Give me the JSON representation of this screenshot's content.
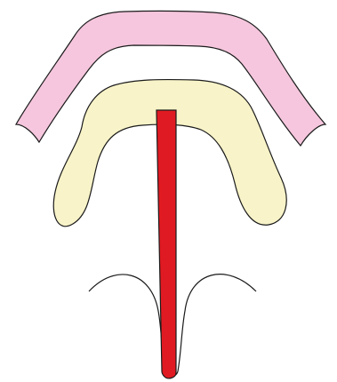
{
  "diagram": {
    "colors": {
      "background": "#ffffff",
      "outline": "#1a1a1a",
      "upper_arch_fill": "#f5c6dd",
      "middle_arch_fill": "#f8f3c8",
      "center_strip_fill": "#e01a22"
    },
    "parts": [
      "upper-pink-arch",
      "middle-cream-arch",
      "central-red-strip",
      "lower-curved-lines"
    ]
  }
}
